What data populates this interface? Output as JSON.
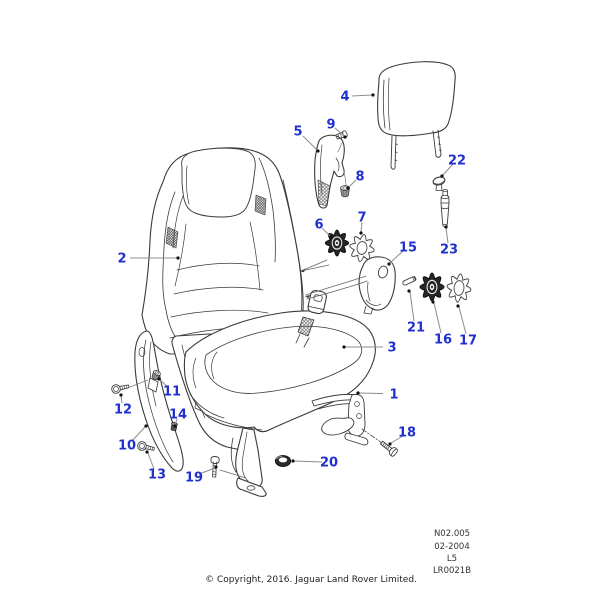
{
  "document": {
    "type": "exploded-parts-diagram",
    "subject": "front seat assembly"
  },
  "callout_labels": [
    "1",
    "2",
    "3",
    "4",
    "5",
    "6",
    "7",
    "8",
    "9",
    "10",
    "11",
    "12",
    "13",
    "14",
    "15",
    "16",
    "17",
    "18",
    "19",
    "20",
    "21",
    "22",
    "23"
  ],
  "reference_block": {
    "lines": [
      "N02.005",
      "02-2004",
      "L5",
      "LR0021B"
    ]
  },
  "footer": {
    "copyright": "© Copyright, 2016. Jaguar Land Rover Limited."
  },
  "colors": {
    "callout_blue": "#2030cf",
    "line_art": "#3a3a3a",
    "leader_gray": "#8c8c8c",
    "background": "#ffffff"
  }
}
